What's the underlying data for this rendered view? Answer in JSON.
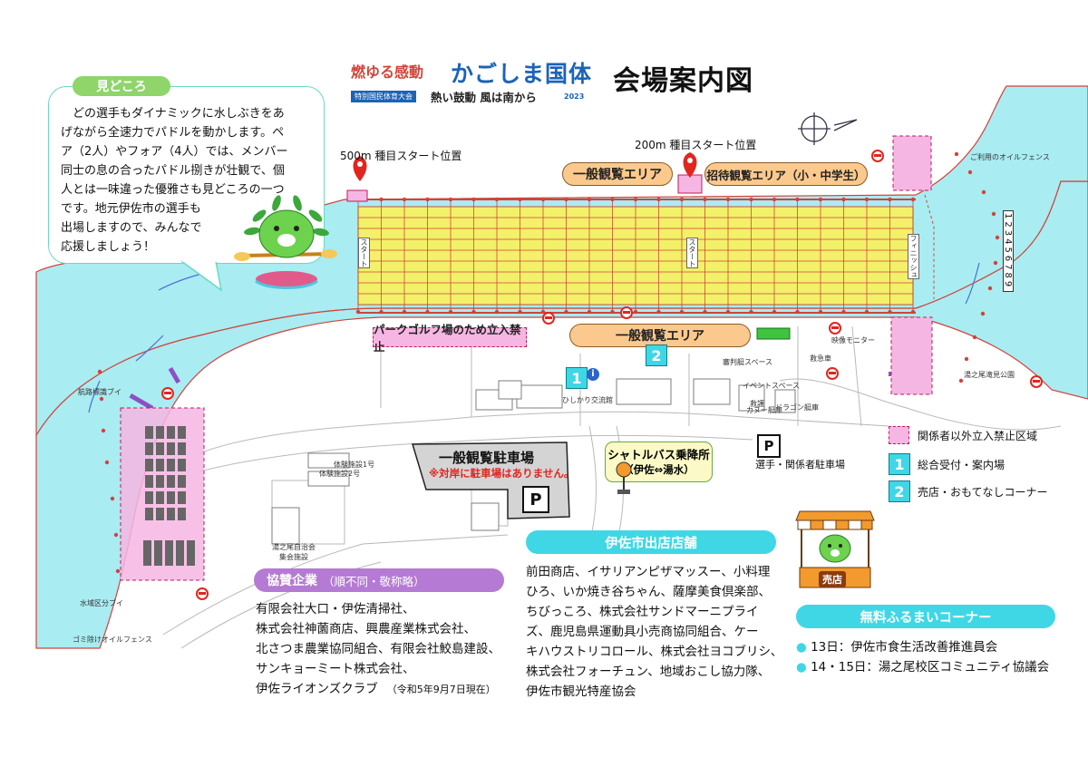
{
  "header": {
    "logo_main_prefix": "燃ゆる感動",
    "logo_main": "かごしま国体",
    "logo_sub_badge": "特別国民体育大会",
    "logo_slogan": "熱い鼓動 風は南から",
    "logo_year": "2023",
    "title": "会場案内図"
  },
  "highlight": {
    "label": "見どころ",
    "lines": [
      "どの選手もダイナミックに水しぶきをあ",
      "げながら全速力でパドルを動かします。ペ",
      "ア（2人）やフォア（4人）では、メンバー",
      "同士の息の合ったパドル捌きが壮観で、個",
      "人とは一味違った優雅さも見どころの一つ",
      "です。地元伊佐市の選手も",
      "出場しますので、みんなで",
      "応援しましょう！"
    ]
  },
  "map": {
    "start_500": "500m 種目スタート位置",
    "start_200": "200m 種目スタート位置",
    "area_general_top": "一般観覧エリア",
    "area_invited": "招待観覧エリア（小・中学生）",
    "area_general_bottom": "一般観覧エリア",
    "park_golf": "パークゴルフ場のため立入禁止",
    "general_parking_title": "一般観覧駐車場",
    "general_parking_note": "※対岸に駐車場はありません。",
    "shuttle_title": "シャトルバス乗降所",
    "shuttle_sub": "（伊佐⇔湯水）",
    "athletes_parking": "選手・関係者駐車場",
    "lane_numbers": "123456789",
    "p_symbol": "P",
    "badge_1": "1",
    "badge_2": "2",
    "info_icon": "i",
    "shop_sign": "売店",
    "small_labels": {
      "start_line_left": "スタート",
      "start_line_mid": "スタート",
      "finish_line": "フィニッシュ",
      "buoy_left": "航路標識ブイ",
      "fence_right": "ご利用のオイルフェンス",
      "fence_bottom": "ゴミ除けオイルフェンス",
      "water_mark": "水域区分ブイ",
      "toilet_bottom": "湯之尾自治会\n集会施設",
      "gym1": "体験施設1号",
      "gym2": "体験施設2号",
      "inn": "ひしかり交流館",
      "monitor": "映像モニター",
      "medical": "救護",
      "event_space": "イベントスペース",
      "canoe": "カヌー艇庫",
      "dragon": "ドラゴン艇庫",
      "yunoo_park": "湯之尾滝見公園",
      "judge_ship": "審判艇スペース",
      "lift": "救急車"
    }
  },
  "legend": {
    "restricted": "関係者以外立入禁止区域",
    "reception": "総合受付・案内場",
    "shop": "売店・おもてなしコーナー"
  },
  "sponsors": {
    "title": "協賛企業",
    "title_note": "（順不同・敬称略）",
    "lines": [
      "有限会社大口・伊佐清掃社、",
      "株式会社神薗商店、興農産業株式会社、",
      "北さつま農業協同組合、有限会社鮫島建設、",
      "サンキョーミート株式会社、"
    ],
    "last_line": "伊佐ライオンズクラブ",
    "as_of": "（令和5年9月7日現在）"
  },
  "shops": {
    "title": "伊佐市出店店舗",
    "lines": [
      "前田商店、イサリアンピザマッスー、小料理",
      "ひろ、いか焼き谷ちゃん、薩摩美食倶楽部、",
      "ちびっころ、株式会社サンドマーニプライ",
      "ズ、鹿児島県運動具小売商協同組合、ケー",
      "キハウストリコロール、株式会社ヨコブリシ、",
      "株式会社フォーチュン、地域おこし協力隊、",
      "伊佐市観光特産協会"
    ]
  },
  "free_corner": {
    "title": "無料ふるまいコーナー",
    "items": [
      "13日：伊佐市食生活改善推進員会",
      "14・15日：湯之尾校区コミュニティ協議会"
    ]
  },
  "colors": {
    "river": "#a9ecf2",
    "course": "#f3f06a",
    "restricted": "#f6b6e3",
    "accent_cyan": "#3fd7e6",
    "orange": "#fbc98d",
    "purple": "#b57ad3"
  }
}
